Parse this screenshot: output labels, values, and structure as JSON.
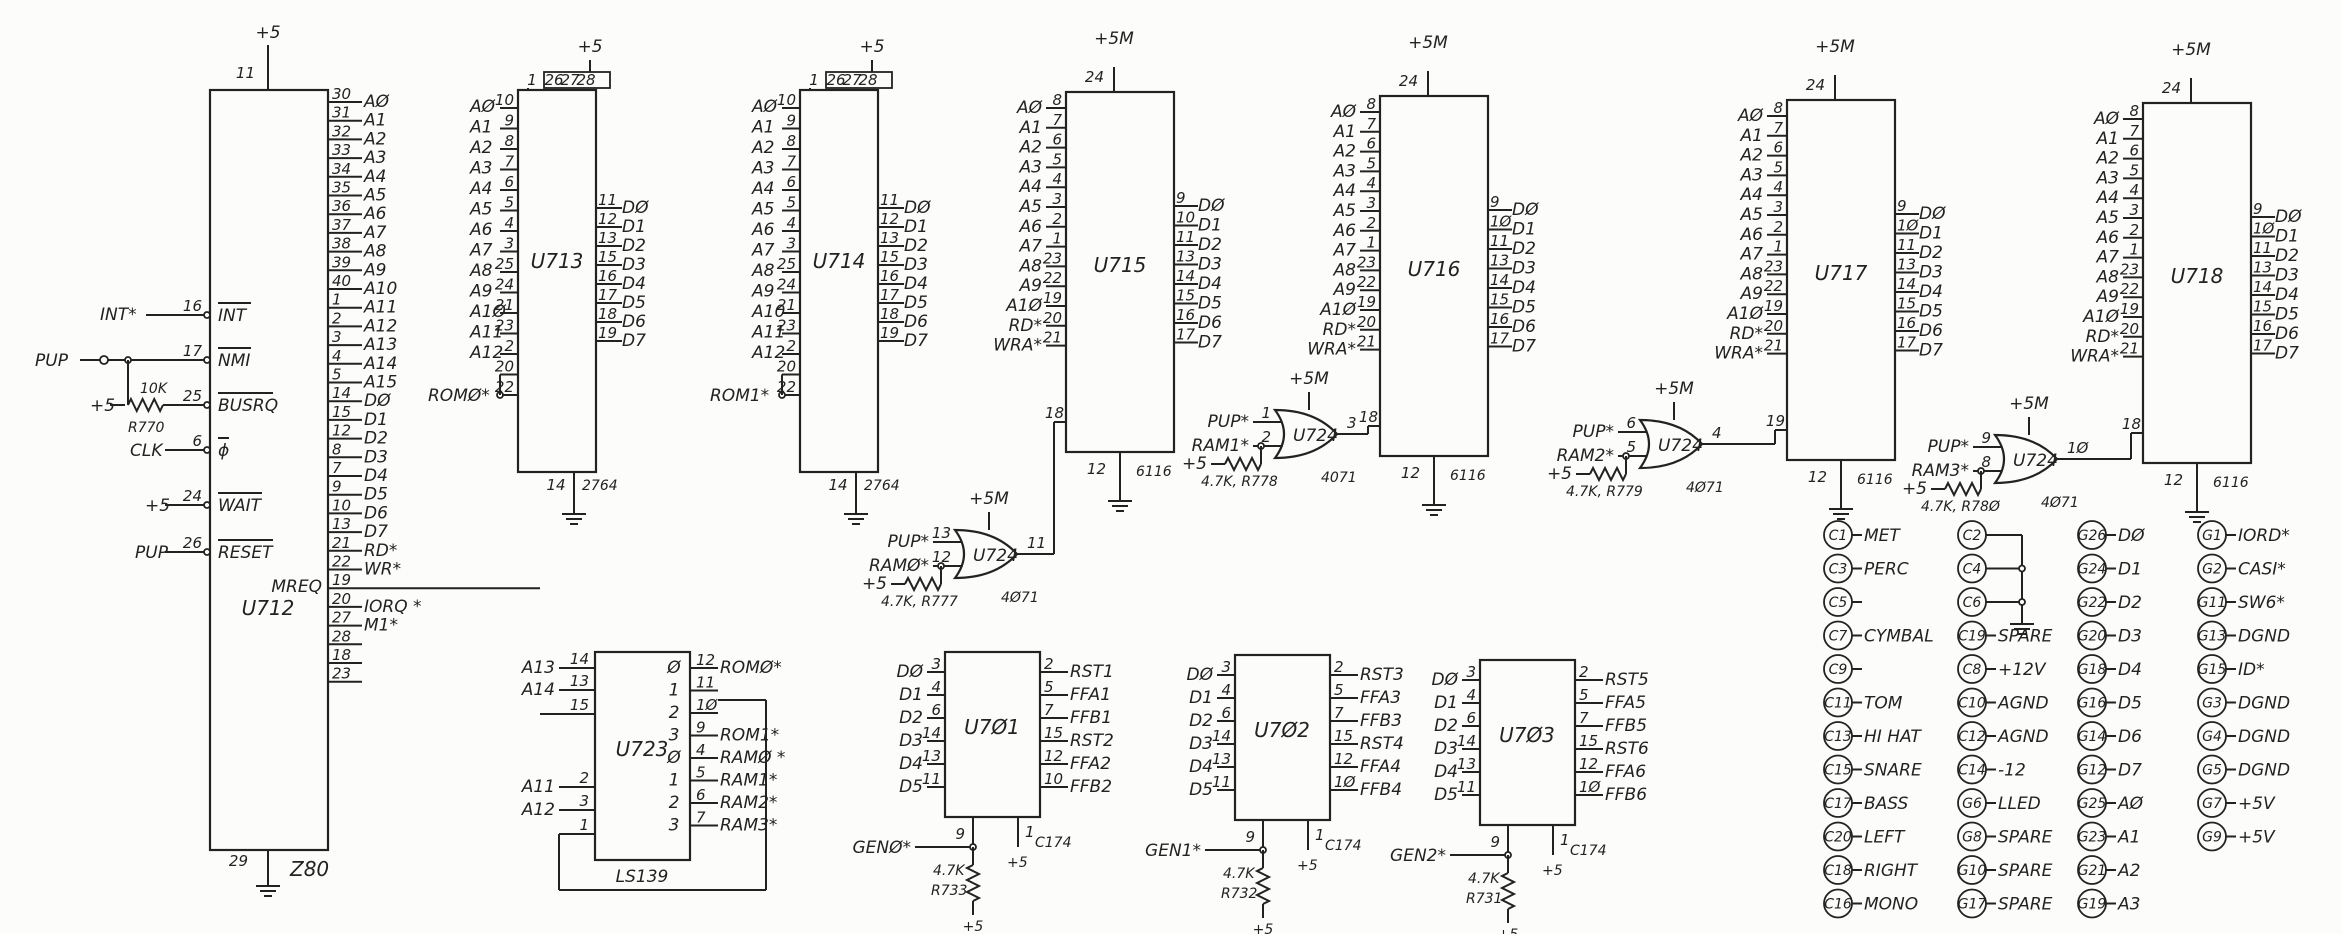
{
  "z80": {
    "name": "U712",
    "type": "Z80",
    "power": "+5",
    "power_pin": "11",
    "gnd_pin": "29",
    "left_pins": [
      {
        "net": "INT*",
        "pin": "16",
        "label": "INT"
      },
      {
        "net": "PUP",
        "pin": "17",
        "label": "NMI"
      },
      {
        "net": "+5",
        "pin": "25",
        "label": "BUSRQ"
      },
      {
        "net": "CLK",
        "pin": "6",
        "label": "ϕ"
      },
      {
        "net": "+5",
        "pin": "24",
        "label": "WAIT"
      },
      {
        "net": "PUP",
        "pin": "26",
        "label": "RESET"
      }
    ],
    "resistor": {
      "value": "10K",
      "ref": "R770"
    },
    "right_pins": [
      {
        "pin": "30",
        "sig": "AØ"
      },
      {
        "pin": "31",
        "sig": "A1"
      },
      {
        "pin": "32",
        "sig": "A2"
      },
      {
        "pin": "33",
        "sig": "A3"
      },
      {
        "pin": "34",
        "sig": "A4"
      },
      {
        "pin": "35",
        "sig": "A5"
      },
      {
        "pin": "36",
        "sig": "A6"
      },
      {
        "pin": "37",
        "sig": "A7"
      },
      {
        "pin": "38",
        "sig": "A8"
      },
      {
        "pin": "39",
        "sig": "A9"
      },
      {
        "pin": "40",
        "sig": "A10"
      },
      {
        "pin": "1",
        "sig": "A11"
      },
      {
        "pin": "2",
        "sig": "A12"
      },
      {
        "pin": "3",
        "sig": "A13"
      },
      {
        "pin": "4",
        "sig": "A14"
      },
      {
        "pin": "5",
        "sig": "A15"
      },
      {
        "pin": "14",
        "sig": "DØ"
      },
      {
        "pin": "15",
        "sig": "D1"
      },
      {
        "pin": "12",
        "sig": "D2"
      },
      {
        "pin": "8",
        "sig": "D3"
      },
      {
        "pin": "7",
        "sig": "D4"
      },
      {
        "pin": "9",
        "sig": "D5"
      },
      {
        "pin": "10",
        "sig": "D6"
      },
      {
        "pin": "13",
        "sig": "D7"
      },
      {
        "pin": "21",
        "sig": "RD*"
      },
      {
        "pin": "22",
        "sig": "WR*"
      },
      {
        "pin": "19",
        "sig": ""
      },
      {
        "pin": "20",
        "sig": "IORQ *"
      },
      {
        "pin": "27",
        "sig": "M1*"
      },
      {
        "pin": "28",
        "sig": ""
      },
      {
        "pin": "18",
        "sig": ""
      },
      {
        "pin": "23",
        "sig": ""
      }
    ],
    "mreq_label": "MREQ"
  },
  "roms": [
    {
      "name": "U713",
      "type": "2764",
      "power": "+5",
      "top_pins": [
        "1",
        "26",
        "27",
        "28"
      ],
      "gnd_pin": "14",
      "cs_net": "ROMØ*",
      "addr": [
        {
          "s": "AØ",
          "p": "10"
        },
        {
          "s": "A1",
          "p": "9"
        },
        {
          "s": "A2",
          "p": "8"
        },
        {
          "s": "A3",
          "p": "7"
        },
        {
          "s": "A4",
          "p": "6"
        },
        {
          "s": "A5",
          "p": "5"
        },
        {
          "s": "A6",
          "p": "4"
        },
        {
          "s": "A7",
          "p": "3"
        },
        {
          "s": "A8",
          "p": "25"
        },
        {
          "s": "A9",
          "p": "24"
        },
        {
          "s": "A1Ø",
          "p": "21"
        },
        {
          "s": "A11",
          "p": "23"
        },
        {
          "s": "A12",
          "p": "2"
        },
        {
          "s": "",
          "p": "20"
        },
        {
          "s": "",
          "p": "22"
        }
      ],
      "data": [
        {
          "p": "11",
          "s": "DØ"
        },
        {
          "p": "12",
          "s": "D1"
        },
        {
          "p": "13",
          "s": "D2"
        },
        {
          "p": "15",
          "s": "D3"
        },
        {
          "p": "16",
          "s": "D4"
        },
        {
          "p": "17",
          "s": "D5"
        },
        {
          "p": "18",
          "s": "D6"
        },
        {
          "p": "19",
          "s": "D7"
        }
      ]
    },
    {
      "name": "U714",
      "type": "2764",
      "power": "+5",
      "top_pins": [
        "1",
        "26",
        "27",
        "28"
      ],
      "gnd_pin": "14",
      "cs_net": "ROM1*",
      "addr": [
        {
          "s": "AØ",
          "p": "10"
        },
        {
          "s": "A1",
          "p": "9"
        },
        {
          "s": "A2",
          "p": "8"
        },
        {
          "s": "A3",
          "p": "7"
        },
        {
          "s": "A4",
          "p": "6"
        },
        {
          "s": "A5",
          "p": "5"
        },
        {
          "s": "A6",
          "p": "4"
        },
        {
          "s": "A7",
          "p": "3"
        },
        {
          "s": "A8",
          "p": "25"
        },
        {
          "s": "A9",
          "p": "24"
        },
        {
          "s": "A10",
          "p": "21"
        },
        {
          "s": "A11",
          "p": "23"
        },
        {
          "s": "A12",
          "p": "2"
        },
        {
          "s": "",
          "p": "20"
        },
        {
          "s": "",
          "p": "22"
        }
      ],
      "data": [
        {
          "p": "11",
          "s": "DØ"
        },
        {
          "p": "12",
          "s": "D1"
        },
        {
          "p": "13",
          "s": "D2"
        },
        {
          "p": "15",
          "s": "D3"
        },
        {
          "p": "16",
          "s": "D4"
        },
        {
          "p": "17",
          "s": "D5"
        },
        {
          "p": "18",
          "s": "D6"
        },
        {
          "p": "19",
          "s": "D7"
        }
      ]
    }
  ],
  "rams": [
    {
      "name": "U715",
      "type": "6116",
      "power": "+5M",
      "power_pin": "24",
      "gnd_pin": "12",
      "cs_pin": "18",
      "addr": [
        {
          "s": "AØ",
          "p": "8"
        },
        {
          "s": "A1",
          "p": "7"
        },
        {
          "s": "A2",
          "p": "6"
        },
        {
          "s": "A3",
          "p": "5"
        },
        {
          "s": "A4",
          "p": "4"
        },
        {
          "s": "A5",
          "p": "3"
        },
        {
          "s": "A6",
          "p": "2"
        },
        {
          "s": "A7",
          "p": "1"
        },
        {
          "s": "A8",
          "p": "23"
        },
        {
          "s": "A9",
          "p": "22"
        },
        {
          "s": "A1Ø",
          "p": "19"
        },
        {
          "s": "RD*",
          "p": "20"
        },
        {
          "s": "WRA*",
          "p": "21"
        }
      ],
      "data": [
        {
          "p": "9",
          "s": "DØ"
        },
        {
          "p": "10",
          "s": "D1"
        },
        {
          "p": "11",
          "s": "D2"
        },
        {
          "p": "13",
          "s": "D3"
        },
        {
          "p": "14",
          "s": "D4"
        },
        {
          "p": "15",
          "s": "D5"
        },
        {
          "p": "16",
          "s": "D6"
        },
        {
          "p": "17",
          "s": "D7"
        }
      ],
      "gate": {
        "name": "U724",
        "type": "4Ø71",
        "power": "+5M",
        "in_a": {
          "net": "PUP*",
          "pin": "13"
        },
        "in_b": {
          "net": "RAMØ*",
          "pin": "12"
        },
        "out_pin": "11",
        "pullup": "4.7K, R777",
        "pullup_net": "+5"
      }
    },
    {
      "name": "U716",
      "type": "6116",
      "power": "+5M",
      "power_pin": "24",
      "gnd_pin": "12",
      "cs_pin": "18",
      "addr": [
        {
          "s": "AØ",
          "p": "8"
        },
        {
          "s": "A1",
          "p": "7"
        },
        {
          "s": "A2",
          "p": "6"
        },
        {
          "s": "A3",
          "p": "5"
        },
        {
          "s": "A4",
          "p": "4"
        },
        {
          "s": "A5",
          "p": "3"
        },
        {
          "s": "A6",
          "p": "2"
        },
        {
          "s": "A7",
          "p": "1"
        },
        {
          "s": "A8",
          "p": "23"
        },
        {
          "s": "A9",
          "p": "22"
        },
        {
          "s": "A1Ø",
          "p": "19"
        },
        {
          "s": "RD*",
          "p": "20"
        },
        {
          "s": "WRA*",
          "p": "21"
        }
      ],
      "data": [
        {
          "p": "9",
          "s": "DØ"
        },
        {
          "p": "1Ø",
          "s": "D1"
        },
        {
          "p": "11",
          "s": "D2"
        },
        {
          "p": "13",
          "s": "D3"
        },
        {
          "p": "14",
          "s": "D4"
        },
        {
          "p": "15",
          "s": "D5"
        },
        {
          "p": "16",
          "s": "D6"
        },
        {
          "p": "17",
          "s": "D7"
        }
      ],
      "gate": {
        "name": "U724",
        "type": "4071",
        "power": "+5M",
        "in_a": {
          "net": "PUP*",
          "pin": "1"
        },
        "in_b": {
          "net": "RAM1*",
          "pin": "2"
        },
        "out_pin": "3",
        "pullup": "4.7K, R778",
        "pullup_net": "+5"
      }
    },
    {
      "name": "U717",
      "type": "6116",
      "power": "+5M",
      "power_pin": "24",
      "gnd_pin": "12",
      "cs_pin": "19",
      "addr": [
        {
          "s": "AØ",
          "p": "8"
        },
        {
          "s": "A1",
          "p": "7"
        },
        {
          "s": "A2",
          "p": "6"
        },
        {
          "s": "A3",
          "p": "5"
        },
        {
          "s": "A4",
          "p": "4"
        },
        {
          "s": "A5",
          "p": "3"
        },
        {
          "s": "A6",
          "p": "2"
        },
        {
          "s": "A7",
          "p": "1"
        },
        {
          "s": "A8",
          "p": "23"
        },
        {
          "s": "A9",
          "p": "22"
        },
        {
          "s": "A1Ø",
          "p": "19"
        },
        {
          "s": "RD*",
          "p": "20"
        },
        {
          "s": "WRA*",
          "p": "21"
        }
      ],
      "data": [
        {
          "p": "9",
          "s": "DØ"
        },
        {
          "p": "1Ø",
          "s": "D1"
        },
        {
          "p": "11",
          "s": "D2"
        },
        {
          "p": "13",
          "s": "D3"
        },
        {
          "p": "14",
          "s": "D4"
        },
        {
          "p": "15",
          "s": "D5"
        },
        {
          "p": "16",
          "s": "D6"
        },
        {
          "p": "17",
          "s": "D7"
        }
      ],
      "gate": {
        "name": "U724",
        "type": "4Ø71",
        "power": "+5M",
        "in_a": {
          "net": "PUP*",
          "pin": "6"
        },
        "in_b": {
          "net": "RAM2*",
          "pin": "5"
        },
        "out_pin": "4",
        "pullup": "4.7K, R779",
        "pullup_net": "+5"
      }
    },
    {
      "name": "U718",
      "type": "6116",
      "power": "+5M",
      "power_pin": "24",
      "gnd_pin": "12",
      "cs_pin": "18",
      "addr": [
        {
          "s": "AØ",
          "p": "8"
        },
        {
          "s": "A1",
          "p": "7"
        },
        {
          "s": "A2",
          "p": "6"
        },
        {
          "s": "A3",
          "p": "5"
        },
        {
          "s": "A4",
          "p": "4"
        },
        {
          "s": "A5",
          "p": "3"
        },
        {
          "s": "A6",
          "p": "2"
        },
        {
          "s": "A7",
          "p": "1"
        },
        {
          "s": "A8",
          "p": "23"
        },
        {
          "s": "A9",
          "p": "22"
        },
        {
          "s": "A1Ø",
          "p": "19"
        },
        {
          "s": "RD*",
          "p": "20"
        },
        {
          "s": "WRA*",
          "p": "21"
        }
      ],
      "data": [
        {
          "p": "9",
          "s": "DØ"
        },
        {
          "p": "1Ø",
          "s": "D1"
        },
        {
          "p": "11",
          "s": "D2"
        },
        {
          "p": "13",
          "s": "D3"
        },
        {
          "p": "14",
          "s": "D4"
        },
        {
          "p": "15",
          "s": "D5"
        },
        {
          "p": "16",
          "s": "D6"
        },
        {
          "p": "17",
          "s": "D7"
        }
      ],
      "gate": {
        "name": "U724",
        "type": "4Ø71",
        "power": "+5M",
        "in_a": {
          "net": "PUP*",
          "pin": "9"
        },
        "in_b": {
          "net": "RAM3*",
          "pin": "8"
        },
        "out_pin": "1Ø",
        "pullup": "4.7K, R78Ø",
        "pullup_net": "+5"
      }
    }
  ],
  "decoder": {
    "name": "U723",
    "type": "LS139",
    "inputs": [
      {
        "s": "A13",
        "p": "14"
      },
      {
        "s": "A14",
        "p": "13"
      },
      {
        "s": "",
        "p": "15"
      },
      {
        "s": "A11",
        "p": "2"
      },
      {
        "s": "A12",
        "p": "3"
      },
      {
        "s": "",
        "p": "1"
      }
    ],
    "outputs": [
      {
        "q": "Ø",
        "p": "12",
        "s": "ROMØ*"
      },
      {
        "q": "1",
        "p": "11",
        "s": ""
      },
      {
        "q": "2",
        "p": "1Ø",
        "s": ""
      },
      {
        "q": "3",
        "p": "9",
        "s": "ROM1*"
      },
      {
        "q": "Ø",
        "p": "4",
        "s": "RAMØ *"
      },
      {
        "q": "1",
        "p": "5",
        "s": "RAM1*"
      },
      {
        "q": "2",
        "p": "6",
        "s": "RAM2*"
      },
      {
        "q": "3",
        "p": "7",
        "s": "RAM3*"
      }
    ]
  },
  "gens": [
    {
      "name": "U7Ø1",
      "gen": "GENØ*",
      "cap": "C174",
      "res": "4.7K",
      "ref": "R733",
      "in": [
        {
          "s": "DØ",
          "p": "3"
        },
        {
          "s": "D1",
          "p": "4"
        },
        {
          "s": "D2",
          "p": "6"
        },
        {
          "s": "D3",
          "p": "14"
        },
        {
          "s": "D4",
          "p": "13"
        },
        {
          "s": "D5",
          "p": "11"
        }
      ],
      "out": [
        {
          "p": "2",
          "s": "RST1"
        },
        {
          "p": "5",
          "s": "FFA1"
        },
        {
          "p": "7",
          "s": "FFB1"
        },
        {
          "p": "15",
          "s": "RST2"
        },
        {
          "p": "12",
          "s": "FFA2"
        },
        {
          "p": "10",
          "s": "FFB2"
        }
      ]
    },
    {
      "name": "U7Ø2",
      "gen": "GEN1*",
      "cap": "C174",
      "res": "4.7K",
      "ref": "R732",
      "in": [
        {
          "s": "DØ",
          "p": "3"
        },
        {
          "s": "D1",
          "p": "4"
        },
        {
          "s": "D2",
          "p": "6"
        },
        {
          "s": "D3",
          "p": "14"
        },
        {
          "s": "D4",
          "p": "13"
        },
        {
          "s": "D5",
          "p": "11"
        }
      ],
      "out": [
        {
          "p": "2",
          "s": "RST3"
        },
        {
          "p": "5",
          "s": "FFA3"
        },
        {
          "p": "7",
          "s": "FFB3"
        },
        {
          "p": "15",
          "s": "RST4"
        },
        {
          "p": "12",
          "s": "FFA4"
        },
        {
          "p": "1Ø",
          "s": "FFB4"
        }
      ]
    },
    {
      "name": "U7Ø3",
      "gen": "GEN2*",
      "cap": "C174",
      "res": "4.7K",
      "ref": "R731",
      "in": [
        {
          "s": "DØ",
          "p": "3"
        },
        {
          "s": "D1",
          "p": "4"
        },
        {
          "s": "D2",
          "p": "6"
        },
        {
          "s": "D3",
          "p": "14"
        },
        {
          "s": "D4",
          "p": "13"
        },
        {
          "s": "D5",
          "p": "11"
        }
      ],
      "out": [
        {
          "p": "2",
          "s": "RST5"
        },
        {
          "p": "5",
          "s": "FFA5"
        },
        {
          "p": "7",
          "s": "FFB5"
        },
        {
          "p": "15",
          "s": "RST6"
        },
        {
          "p": "12",
          "s": "FFA6"
        },
        {
          "p": "1Ø",
          "s": "FFB6"
        }
      ]
    }
  ],
  "connector": {
    "col1": [
      {
        "c": "C1",
        "s": "MET"
      },
      {
        "c": "C3",
        "s": "PERC"
      },
      {
        "c": "C5",
        "s": ""
      },
      {
        "c": "C7",
        "s": "CYMBAL"
      },
      {
        "c": "C9",
        "s": ""
      },
      {
        "c": "C11",
        "s": "TOM"
      },
      {
        "c": "C13",
        "s": "HI HAT"
      },
      {
        "c": "C15",
        "s": "SNARE"
      },
      {
        "c": "C17",
        "s": "BASS"
      },
      {
        "c": "C20",
        "s": "LEFT"
      },
      {
        "c": "C18",
        "s": "RIGHT"
      },
      {
        "c": "C16",
        "s": "MONO"
      }
    ],
    "col2": [
      {
        "c": "C2",
        "s": ""
      },
      {
        "c": "C4",
        "s": ""
      },
      {
        "c": "C6",
        "s": ""
      },
      {
        "c": "C19",
        "s": "SPARE"
      },
      {
        "c": "C8",
        "s": "+12V"
      },
      {
        "c": "C10",
        "s": "AGND"
      },
      {
        "c": "C12",
        "s": "AGND"
      },
      {
        "c": "C14",
        "s": "-12"
      },
      {
        "c": "G6",
        "s": "LLED"
      },
      {
        "c": "G8",
        "s": "SPARE"
      },
      {
        "c": "G10",
        "s": "SPARE"
      },
      {
        "c": "G17",
        "s": "SPARE"
      }
    ],
    "col3": [
      {
        "c": "G26",
        "s": "DØ"
      },
      {
        "c": "G24",
        "s": "D1"
      },
      {
        "c": "G22",
        "s": "D2"
      },
      {
        "c": "G20",
        "s": "D3"
      },
      {
        "c": "G18",
        "s": "D4"
      },
      {
        "c": "G16",
        "s": "D5"
      },
      {
        "c": "G14",
        "s": "D6"
      },
      {
        "c": "G12",
        "s": "D7"
      },
      {
        "c": "G25",
        "s": "AØ"
      },
      {
        "c": "G23",
        "s": "A1"
      },
      {
        "c": "G21",
        "s": "A2"
      },
      {
        "c": "G19",
        "s": "A3"
      }
    ],
    "col4": [
      {
        "c": "G1",
        "s": "IORD*"
      },
      {
        "c": "G2",
        "s": "CASI*"
      },
      {
        "c": "G11",
        "s": "SW6*"
      },
      {
        "c": "G13",
        "s": "DGND"
      },
      {
        "c": "G15",
        "s": "ID*"
      },
      {
        "c": "G3",
        "s": "DGND"
      },
      {
        "c": "G4",
        "s": "DGND"
      },
      {
        "c": "G5",
        "s": "DGND"
      },
      {
        "c": "G7",
        "s": "+5V"
      },
      {
        "c": "G9",
        "s": "+5V"
      }
    ]
  }
}
